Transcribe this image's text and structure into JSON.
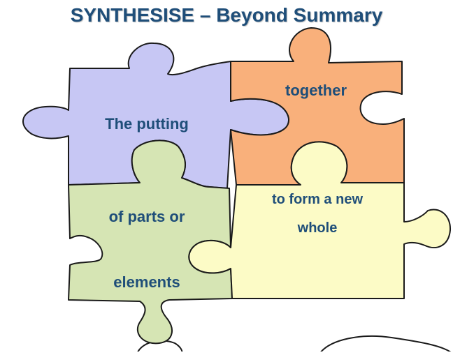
{
  "title": "SYNTHESISE – Beyond Summary",
  "pieces": {
    "top_left": {
      "lines": [
        "The putting"
      ],
      "color": "#C7C7F4"
    },
    "top_right": {
      "lines": [
        "together"
      ],
      "color": "#F9B07B"
    },
    "bottom_left": {
      "lines": [
        "of parts or",
        "elements"
      ],
      "color": "#D6E5B4"
    },
    "bottom_right": {
      "lines": [
        "to form a new",
        "whole"
      ],
      "color": "#FCFBC6"
    }
  },
  "colors": {
    "outline": "#1A1A1A",
    "text": "#1F4E79",
    "background": "#FFFFFF"
  }
}
